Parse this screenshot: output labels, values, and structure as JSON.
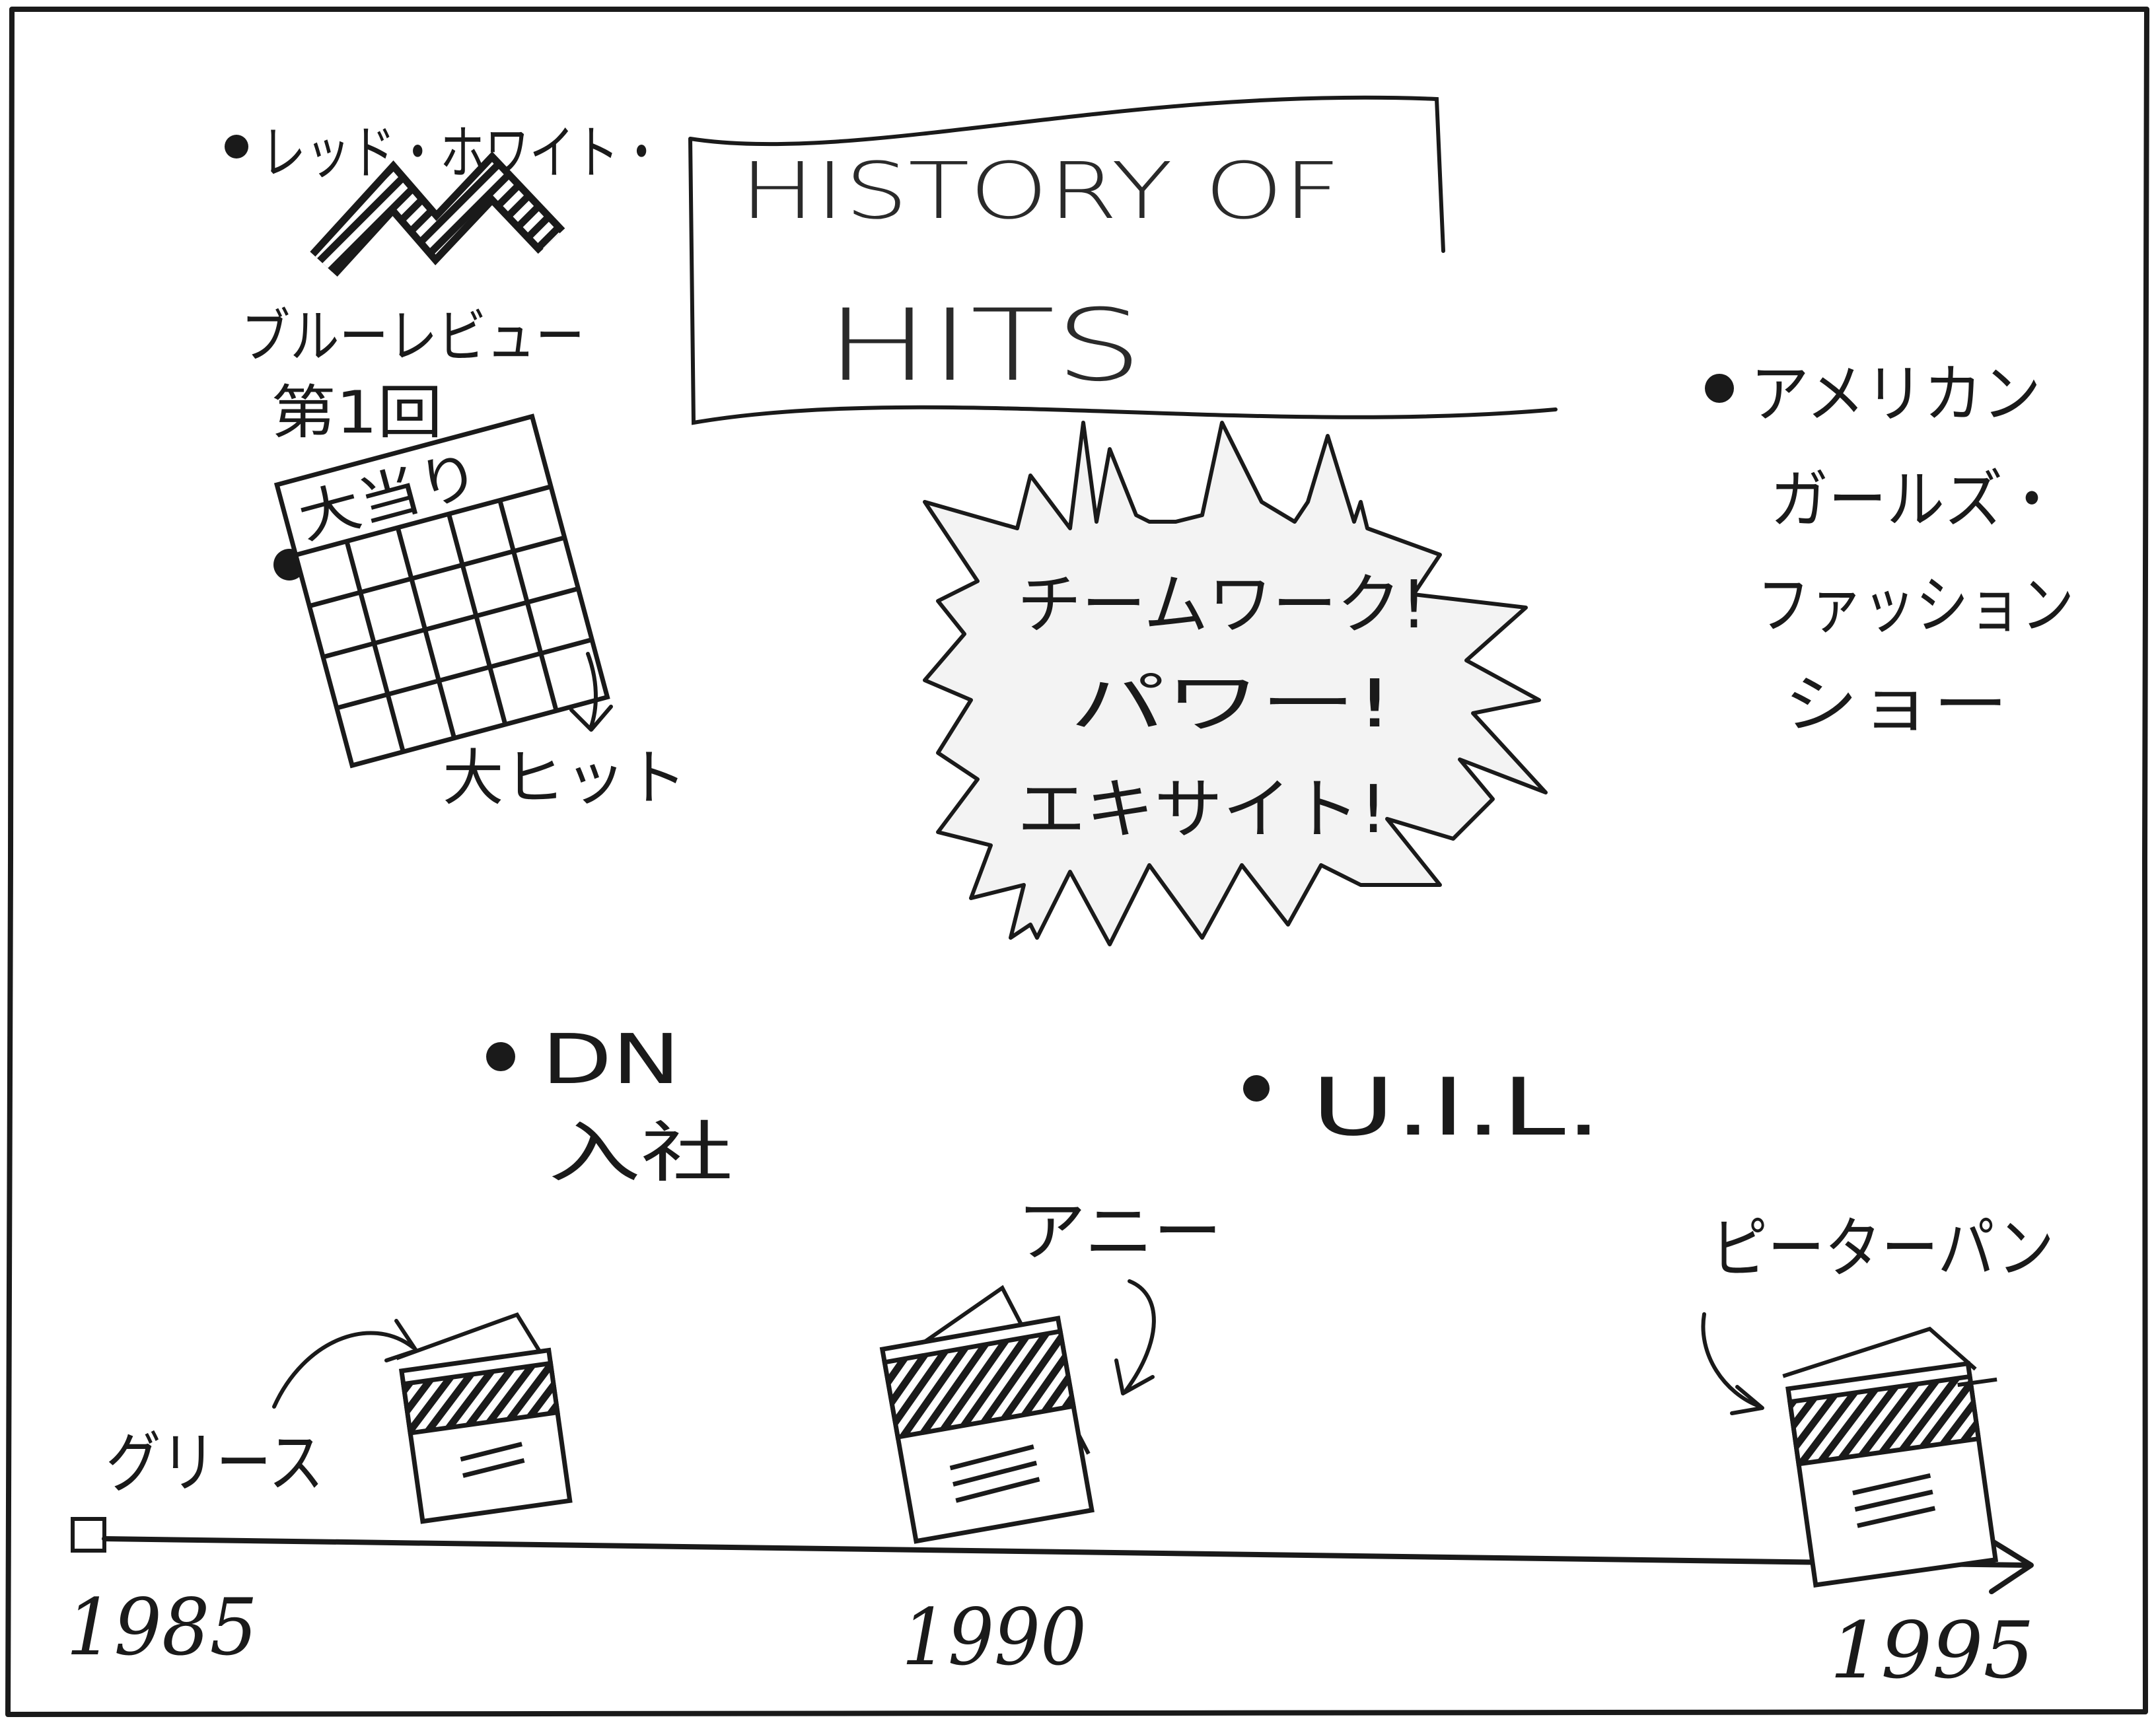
{
  "title": {
    "line1": "HISTORY OF",
    "line2": "HITS"
  },
  "burst": {
    "line1": "チームワーク!",
    "line2": "パワー!",
    "line3": "エキサイト!"
  },
  "events": {
    "red_white": "レッド・ホワイト・",
    "blue_review_1": "ブルーレビュー",
    "blue_review_2": "第1回",
    "big_hit": "大当り",
    "big_hit_arrow_label": "大ヒット",
    "american_1": "アメリカン",
    "american_2": "ガールズ・",
    "american_3": "ファッション",
    "american_4": "ショー",
    "dn_1": "DN",
    "dn_2": "入社",
    "uil": "U.I.L."
  },
  "shows": {
    "grease": "グリース",
    "annie": "アニー",
    "peter_pan": "ピーターパン"
  },
  "timeline": {
    "years": [
      "1985",
      "1990",
      "1995"
    ]
  },
  "colors": {
    "ink": "#1a1a1a",
    "burst_fill": "#f3f3f3",
    "paper": "#ffffff"
  }
}
